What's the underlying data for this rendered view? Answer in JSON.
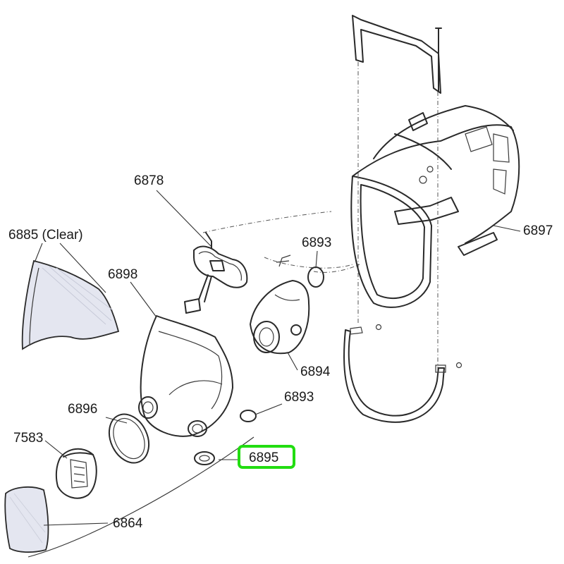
{
  "parts": [
    {
      "id": "head-harness",
      "number": "6897"
    },
    {
      "id": "valve-assembly",
      "number": "6878"
    },
    {
      "id": "lens-clear",
      "number": "6885 (Clear)"
    },
    {
      "id": "inhalation-valve-top",
      "number": "6893"
    },
    {
      "id": "faceseal",
      "number": "6898"
    },
    {
      "id": "nose-cup",
      "number": "6894"
    },
    {
      "id": "inhalation-valve-bottom",
      "number": "6893"
    },
    {
      "id": "lens-frame-gasket",
      "number": "6896"
    },
    {
      "id": "filter-adapter",
      "number": "7583"
    },
    {
      "id": "speaking-diaphragm-gasket",
      "number": "6895"
    },
    {
      "id": "lens-cover",
      "number": "6864"
    }
  ],
  "highlighted_part": "6895",
  "colors": {
    "highlight": "#22dd11",
    "line": "#2a2a2a",
    "lens_tint": "#e4e6f0"
  }
}
